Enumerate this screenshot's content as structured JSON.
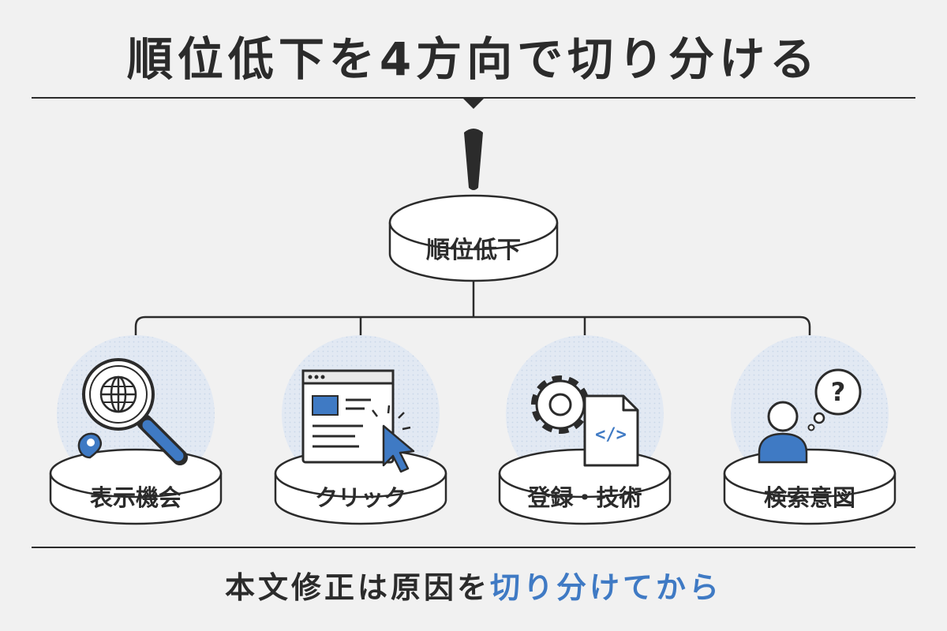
{
  "title": "順位低下を4方向で切り分ける",
  "center": {
    "label": "順位低下",
    "mark": "!"
  },
  "branches": [
    {
      "label": "表示機会",
      "icon": "magnifier-globe-pin-icon"
    },
    {
      "label": "クリック",
      "icon": "browser-cursor-click-icon"
    },
    {
      "label": "登録・技術",
      "icon": "gear-code-document-icon"
    },
    {
      "label": "検索意図",
      "icon": "person-question-bubble-icon"
    }
  ],
  "code_glyph": "</>",
  "question_glyph": "?",
  "footer": {
    "lead": "本文修正は原因を",
    "accent": "切り分けてから"
  },
  "colors": {
    "text": "#2b2b2b",
    "accent": "#3f7ac4",
    "circle_bg": "#dde6f1",
    "background": "#f1f1f1"
  }
}
